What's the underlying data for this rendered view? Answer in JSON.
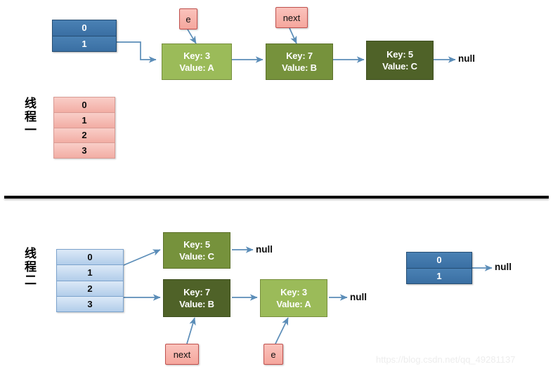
{
  "diagram": {
    "title": "HashMap concurrent resize linked-list diagram",
    "watermark": "https://blog.csdn.net/qq_49281137",
    "colors": {
      "node_light_green": "#9BBB59",
      "node_mid_green": "#76923C",
      "node_dark_green": "#4F6228",
      "table_blue_dark": "#3A6FA3",
      "table_blue_light": "#B2CDEA",
      "tag_pink": "#F5A79D",
      "arrow_blue": "#5B8DB8",
      "divider_black": "#000000"
    }
  },
  "top_section": {
    "thread_label": "线程一",
    "bucket_table": {
      "name": "top-bucket-table",
      "rows": [
        "0",
        "1"
      ]
    },
    "bucket_table_pink": {
      "name": "thread1-bucket-table",
      "rows": [
        "0",
        "1",
        "2",
        "3"
      ]
    },
    "pointer_tags": [
      {
        "label": "e",
        "target": "node-key3"
      },
      {
        "label": "next",
        "target": "node-key7"
      }
    ],
    "nodes": [
      {
        "id": "node-key3",
        "key": "Key: 3",
        "value": "Value: A",
        "shade": "light"
      },
      {
        "id": "node-key7",
        "key": "Key: 7",
        "value": "Value: B",
        "shade": "mid"
      },
      {
        "id": "node-key5",
        "key": "Key: 5",
        "value": "Value: C",
        "shade": "dark"
      }
    ],
    "terminator": "null"
  },
  "bottom_section": {
    "thread_label": "线程二",
    "bucket_table": {
      "name": "thread2-bucket-table",
      "rows": [
        "0",
        "1",
        "2",
        "3"
      ]
    },
    "chain_a": {
      "nodes": [
        {
          "id": "node-key5-b",
          "key": "Key: 5",
          "value": "Value: C",
          "shade": "mid"
        }
      ],
      "terminator": "null"
    },
    "chain_b": {
      "nodes": [
        {
          "id": "node-key7-b",
          "key": "Key: 7",
          "value": "Value: B",
          "shade": "dark"
        },
        {
          "id": "node-key3-b",
          "key": "Key: 3",
          "value": "Value: A",
          "shade": "light"
        }
      ],
      "terminator": "null"
    },
    "pointer_tags": [
      {
        "label": "next",
        "target": "node-key7-b"
      },
      {
        "label": "e",
        "target": "node-key3-b"
      }
    ],
    "side_table": {
      "name": "bottom-right-bucket-table",
      "rows": [
        "0",
        "1"
      ],
      "terminator": "null"
    }
  }
}
